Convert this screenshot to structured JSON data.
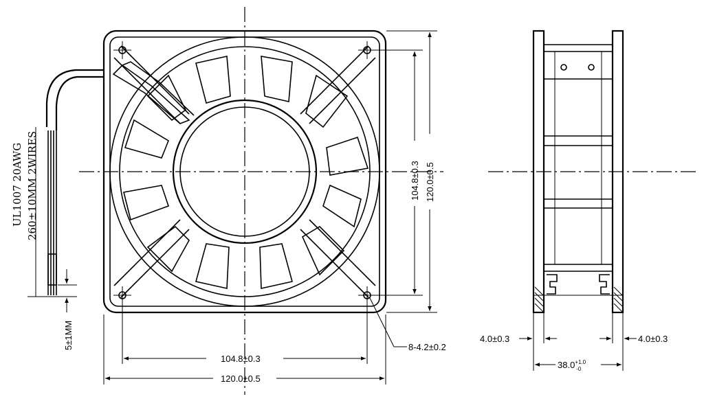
{
  "front_view": {
    "width_outer": "120.0±0.5",
    "width_holes": "104.8±0.3",
    "height_holes": "104.8±0.3",
    "height_outer": "120.0±0.5",
    "hole_callout": "8-4.2±0.2"
  },
  "wire": {
    "spec_line1": "UL1007  20AWG",
    "spec_line2": "260±10MM  2WIRES",
    "strip_length": "5±1MM"
  },
  "side_view": {
    "left_flange": "4.0±0.3",
    "right_flange": "4.0±0.3",
    "depth_base": "38.0",
    "depth_tol_upper": "+1.0",
    "depth_tol_lower": "-0"
  }
}
